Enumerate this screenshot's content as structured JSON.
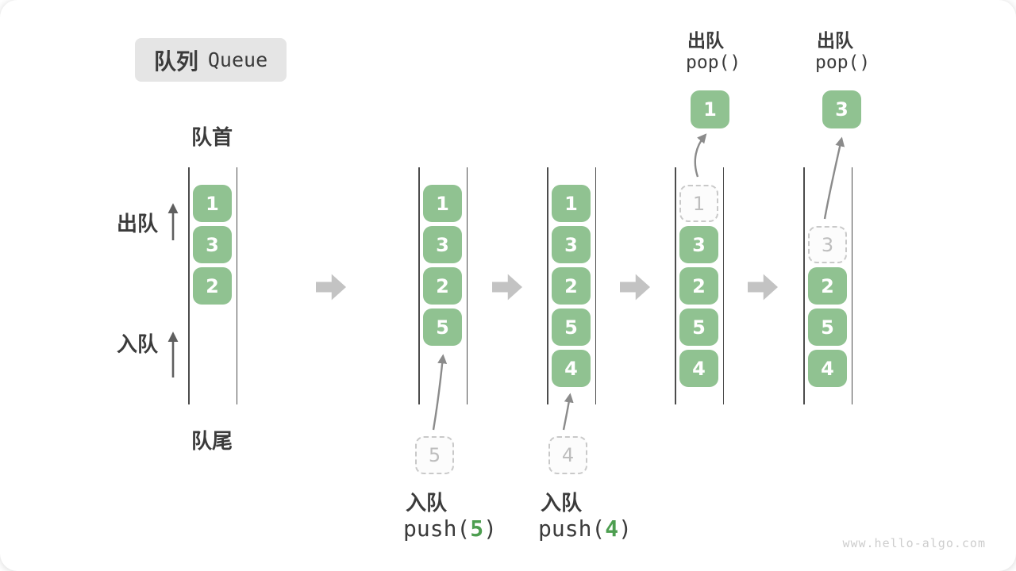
{
  "title": {
    "zh": "队列",
    "en": "Queue"
  },
  "side_labels": {
    "front": "队首",
    "rear": "队尾",
    "dequeue": "出队",
    "enqueue": "入队"
  },
  "queues": [
    {
      "cells": [
        {
          "value": "1"
        },
        {
          "value": "3"
        },
        {
          "value": "2"
        }
      ]
    },
    {
      "cells": [
        {
          "value": "1"
        },
        {
          "value": "3"
        },
        {
          "value": "2"
        },
        {
          "value": "5"
        }
      ],
      "pending": {
        "value": "5"
      },
      "op": {
        "zh": "入队",
        "fn": "push(",
        "arg": "5",
        "close": ")"
      }
    },
    {
      "cells": [
        {
          "value": "1"
        },
        {
          "value": "3"
        },
        {
          "value": "2"
        },
        {
          "value": "5"
        },
        {
          "value": "4"
        }
      ],
      "pending": {
        "value": "4"
      },
      "op": {
        "zh": "入队",
        "fn": "push(",
        "arg": "4",
        "close": ")"
      }
    },
    {
      "cells": [
        {
          "value": "1",
          "removed": true
        },
        {
          "value": "3"
        },
        {
          "value": "2"
        },
        {
          "value": "5"
        },
        {
          "value": "4"
        }
      ],
      "popped": {
        "value": "1"
      },
      "op": {
        "zh": "出队",
        "fn": "pop()"
      }
    },
    {
      "cells": [
        {
          "value": "3",
          "removed": true
        },
        {
          "value": "2"
        },
        {
          "value": "5"
        },
        {
          "value": "4"
        }
      ],
      "popped": {
        "value": "3"
      },
      "op": {
        "zh": "出队",
        "fn": "pop()"
      }
    }
  ],
  "watermark": "www.hello-algo.com",
  "colors": {
    "cell_green": "#90c291",
    "code_arg_green": "#4d9e50",
    "flow_arrow_gray": "#c3c3c3",
    "dashed_border_gray": "#c9c9c9",
    "wall_dark_gray": "#4c4c4c",
    "text_dark": "#3b3b3b",
    "title_bg": "#e5e5e5",
    "watermark_gray": "#cdcdcd"
  }
}
